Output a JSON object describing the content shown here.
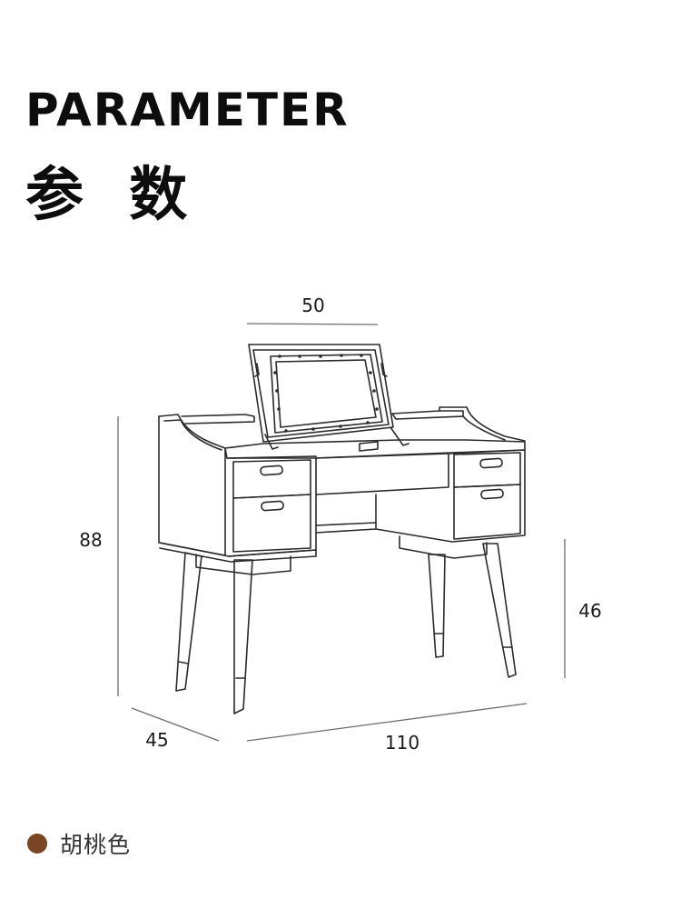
{
  "header": {
    "title_en": "PARAMETER",
    "title_zh": "参 数"
  },
  "dimensions": {
    "mirror_width": "50",
    "total_height": "88",
    "seat_clearance_height": "46",
    "depth": "45",
    "width": "110"
  },
  "color_option": {
    "label": "胡桃色",
    "swatch_color": "#7a4523"
  },
  "palette": {
    "line": "#2b2b2b",
    "dimension_line": "#6e6e6e"
  }
}
